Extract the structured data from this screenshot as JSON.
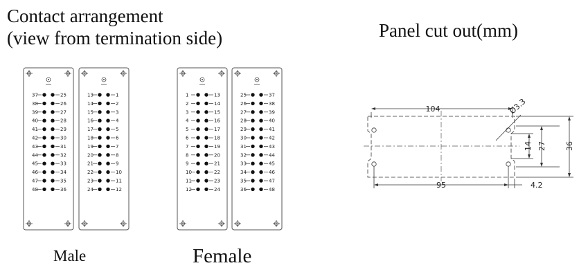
{
  "contact_arrangement": {
    "title_line1": "Contact arrangement",
    "title_line2": "(view from termination side)",
    "male_label": "Male",
    "female_label": "Female",
    "male": {
      "left_insert": {
        "left": [
          "37",
          "38",
          "39",
          "40",
          "41",
          "42",
          "43",
          "44",
          "45",
          "46",
          "47",
          "48"
        ],
        "right": [
          "25",
          "26",
          "27",
          "28",
          "29",
          "30",
          "31",
          "32",
          "33",
          "34",
          "35",
          "36"
        ]
      },
      "right_insert": {
        "left": [
          "13",
          "14",
          "15",
          "16",
          "17",
          "18",
          "19",
          "20",
          "21",
          "22",
          "23",
          "24"
        ],
        "right": [
          "1",
          "2",
          "3",
          "4",
          "5",
          "6",
          "7",
          "8",
          "9",
          "10",
          "11",
          "12"
        ]
      }
    },
    "female": {
      "left_insert": {
        "left": [
          "1",
          "2",
          "3",
          "4",
          "5",
          "6",
          "7",
          "8",
          "9",
          "10",
          "11",
          "12"
        ],
        "right": [
          "13",
          "14",
          "15",
          "16",
          "17",
          "18",
          "19",
          "20",
          "21",
          "22",
          "23",
          "24"
        ]
      },
      "right_insert": {
        "left": [
          "25",
          "26",
          "27",
          "28",
          "29",
          "30",
          "31",
          "32",
          "33",
          "34",
          "35",
          "36"
        ],
        "right": [
          "37",
          "38",
          "39",
          "40",
          "41",
          "42",
          "43",
          "44",
          "45",
          "46",
          "47",
          "48"
        ]
      }
    }
  },
  "panel_cutout": {
    "title": "Panel cut out(mm)",
    "dim_width": "104",
    "dim_pitch": "95",
    "dim_hole": "Ø3.3",
    "dim_offset": "4.2",
    "dim_14": "14",
    "dim_27": "27",
    "dim_36": "36"
  }
}
